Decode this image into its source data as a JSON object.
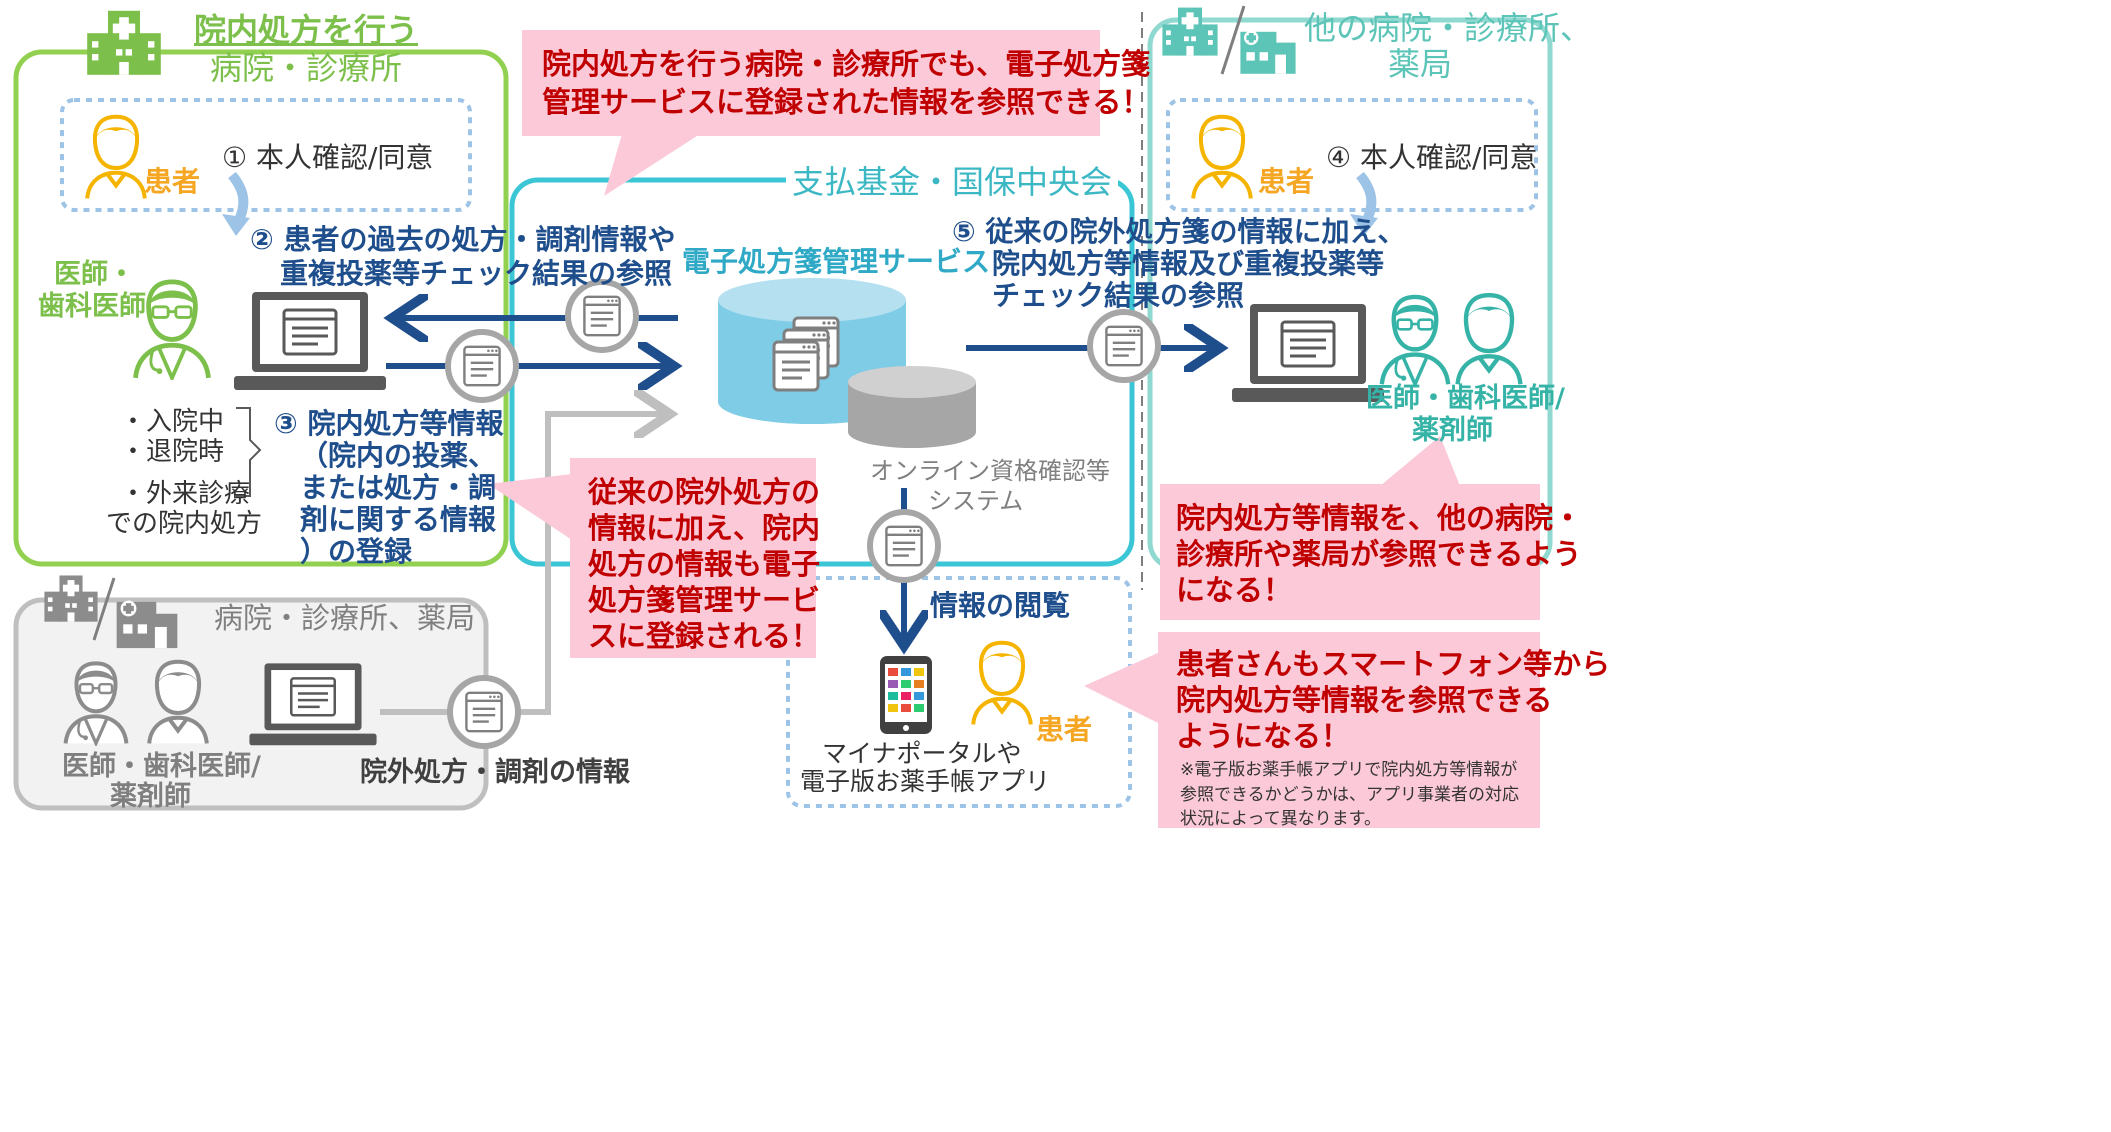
{
  "colors": {
    "green": "#7cc04b",
    "teal": "#3bb8c4",
    "navy": "#1f4e8c",
    "red": "#c00000",
    "pink": "#fbc9d8",
    "gray": "#a6a6a6",
    "orange": "#f5a623"
  },
  "left_hospital": {
    "title_line1": "院内処方を行う",
    "title_line2": "病院・診療所",
    "patient_label": "患者",
    "step1": "① 本人確認/同意",
    "doctor_label_1": "医師・",
    "doctor_label_2": "歯科医師",
    "list_1": "・入院中",
    "list_2": "・退院時",
    "list_3": "・外来診療",
    "list_4": "での院内処方",
    "step3_l1": "③ 院内処方等情報",
    "step3_l2": "（院内の投薬、",
    "step3_l3": "または処方・調",
    "step3_l4": "剤に関する情報",
    "step3_l5": "）の登録"
  },
  "step2": {
    "line1": "② 患者の過去の処方・調剤情報や",
    "line2": "重複投薬等チェック結果の参照"
  },
  "top_callout": {
    "line1": "院内処方を行う病院・診療所でも、電子処方箋",
    "line2": "管理サービスに登録された情報を参照できる！"
  },
  "center": {
    "org": "支払基金・国保中央会",
    "service": "電子処方箋管理サービス",
    "online_l1": "オンライン資格確認等",
    "online_l2": "システム"
  },
  "mid_callout": {
    "l1": "従来の院外処方の",
    "l2": "情報に加え、院内",
    "l3": "処方の情報も電子",
    "l4": "処方箋管理サービ",
    "l5": "スに登録される！"
  },
  "step5": {
    "l1": "⑤  従来の院外処方箋の情報に加え、",
    "l2": "院内処方等情報及び重複投薬等",
    "l3": "チェック結果の参照"
  },
  "right_hospital": {
    "title_l1": "他の病院・診療所、",
    "title_l2": "薬局",
    "patient_label": "患者",
    "step4": "④ 本人確認/同意",
    "staff_l1": "医師・歯科医師/",
    "staff_l2": "薬剤師"
  },
  "right_callout1": {
    "l1": "院内処方等情報を、他の病院・",
    "l2": "診療所や薬局が参照できるよう",
    "l3": "になる！"
  },
  "right_callout2": {
    "l1": "患者さんもスマートフォン等から",
    "l2": "院内処方等情報を参照できる",
    "l3": "ようになる！",
    "note": "※電子版お薬手帳アプリで院内処方等情報が参照できるかどうかは、アプリ事業者の対応状況によって異なります。"
  },
  "browse": {
    "label": "情報の閲覧",
    "patient_label": "患者",
    "app_l1": "マイナポータルや",
    "app_l2": "電子版お薬手帳アプリ"
  },
  "bottom_hospital": {
    "title": "病院・診療所、薬局",
    "staff_l1": "医師・歯科医師/",
    "staff_l2": "薬剤師",
    "flow_label": "院外処方・調剤の情報"
  }
}
